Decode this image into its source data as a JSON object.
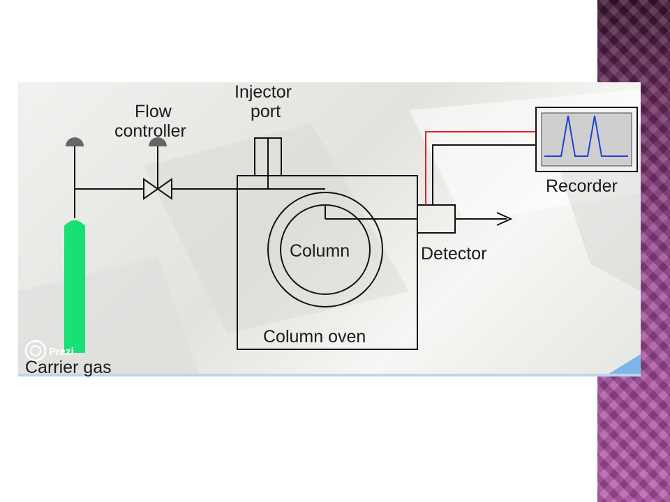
{
  "diagram": {
    "labels": {
      "injector_line1": "Injector",
      "injector_line2": "port",
      "flow_line1": "Flow",
      "flow_line2": "controller",
      "recorder": "Recorder",
      "column": "Column",
      "detector": "Detector",
      "column_oven": "Column oven",
      "carrier_gas": "Carrier gas"
    },
    "watermark": "Prezi"
  },
  "colors": {
    "cylinder": "#19e074",
    "signal_line": "#e0202a",
    "trace": "#1f3fd6",
    "side_band": "#9a3f94",
    "line": "#111111"
  },
  "icons": [
    "regulator-knob-icon",
    "valve-icon",
    "gas-cylinder-icon",
    "outlet-arrow-icon",
    "prezi-logo-icon"
  ]
}
